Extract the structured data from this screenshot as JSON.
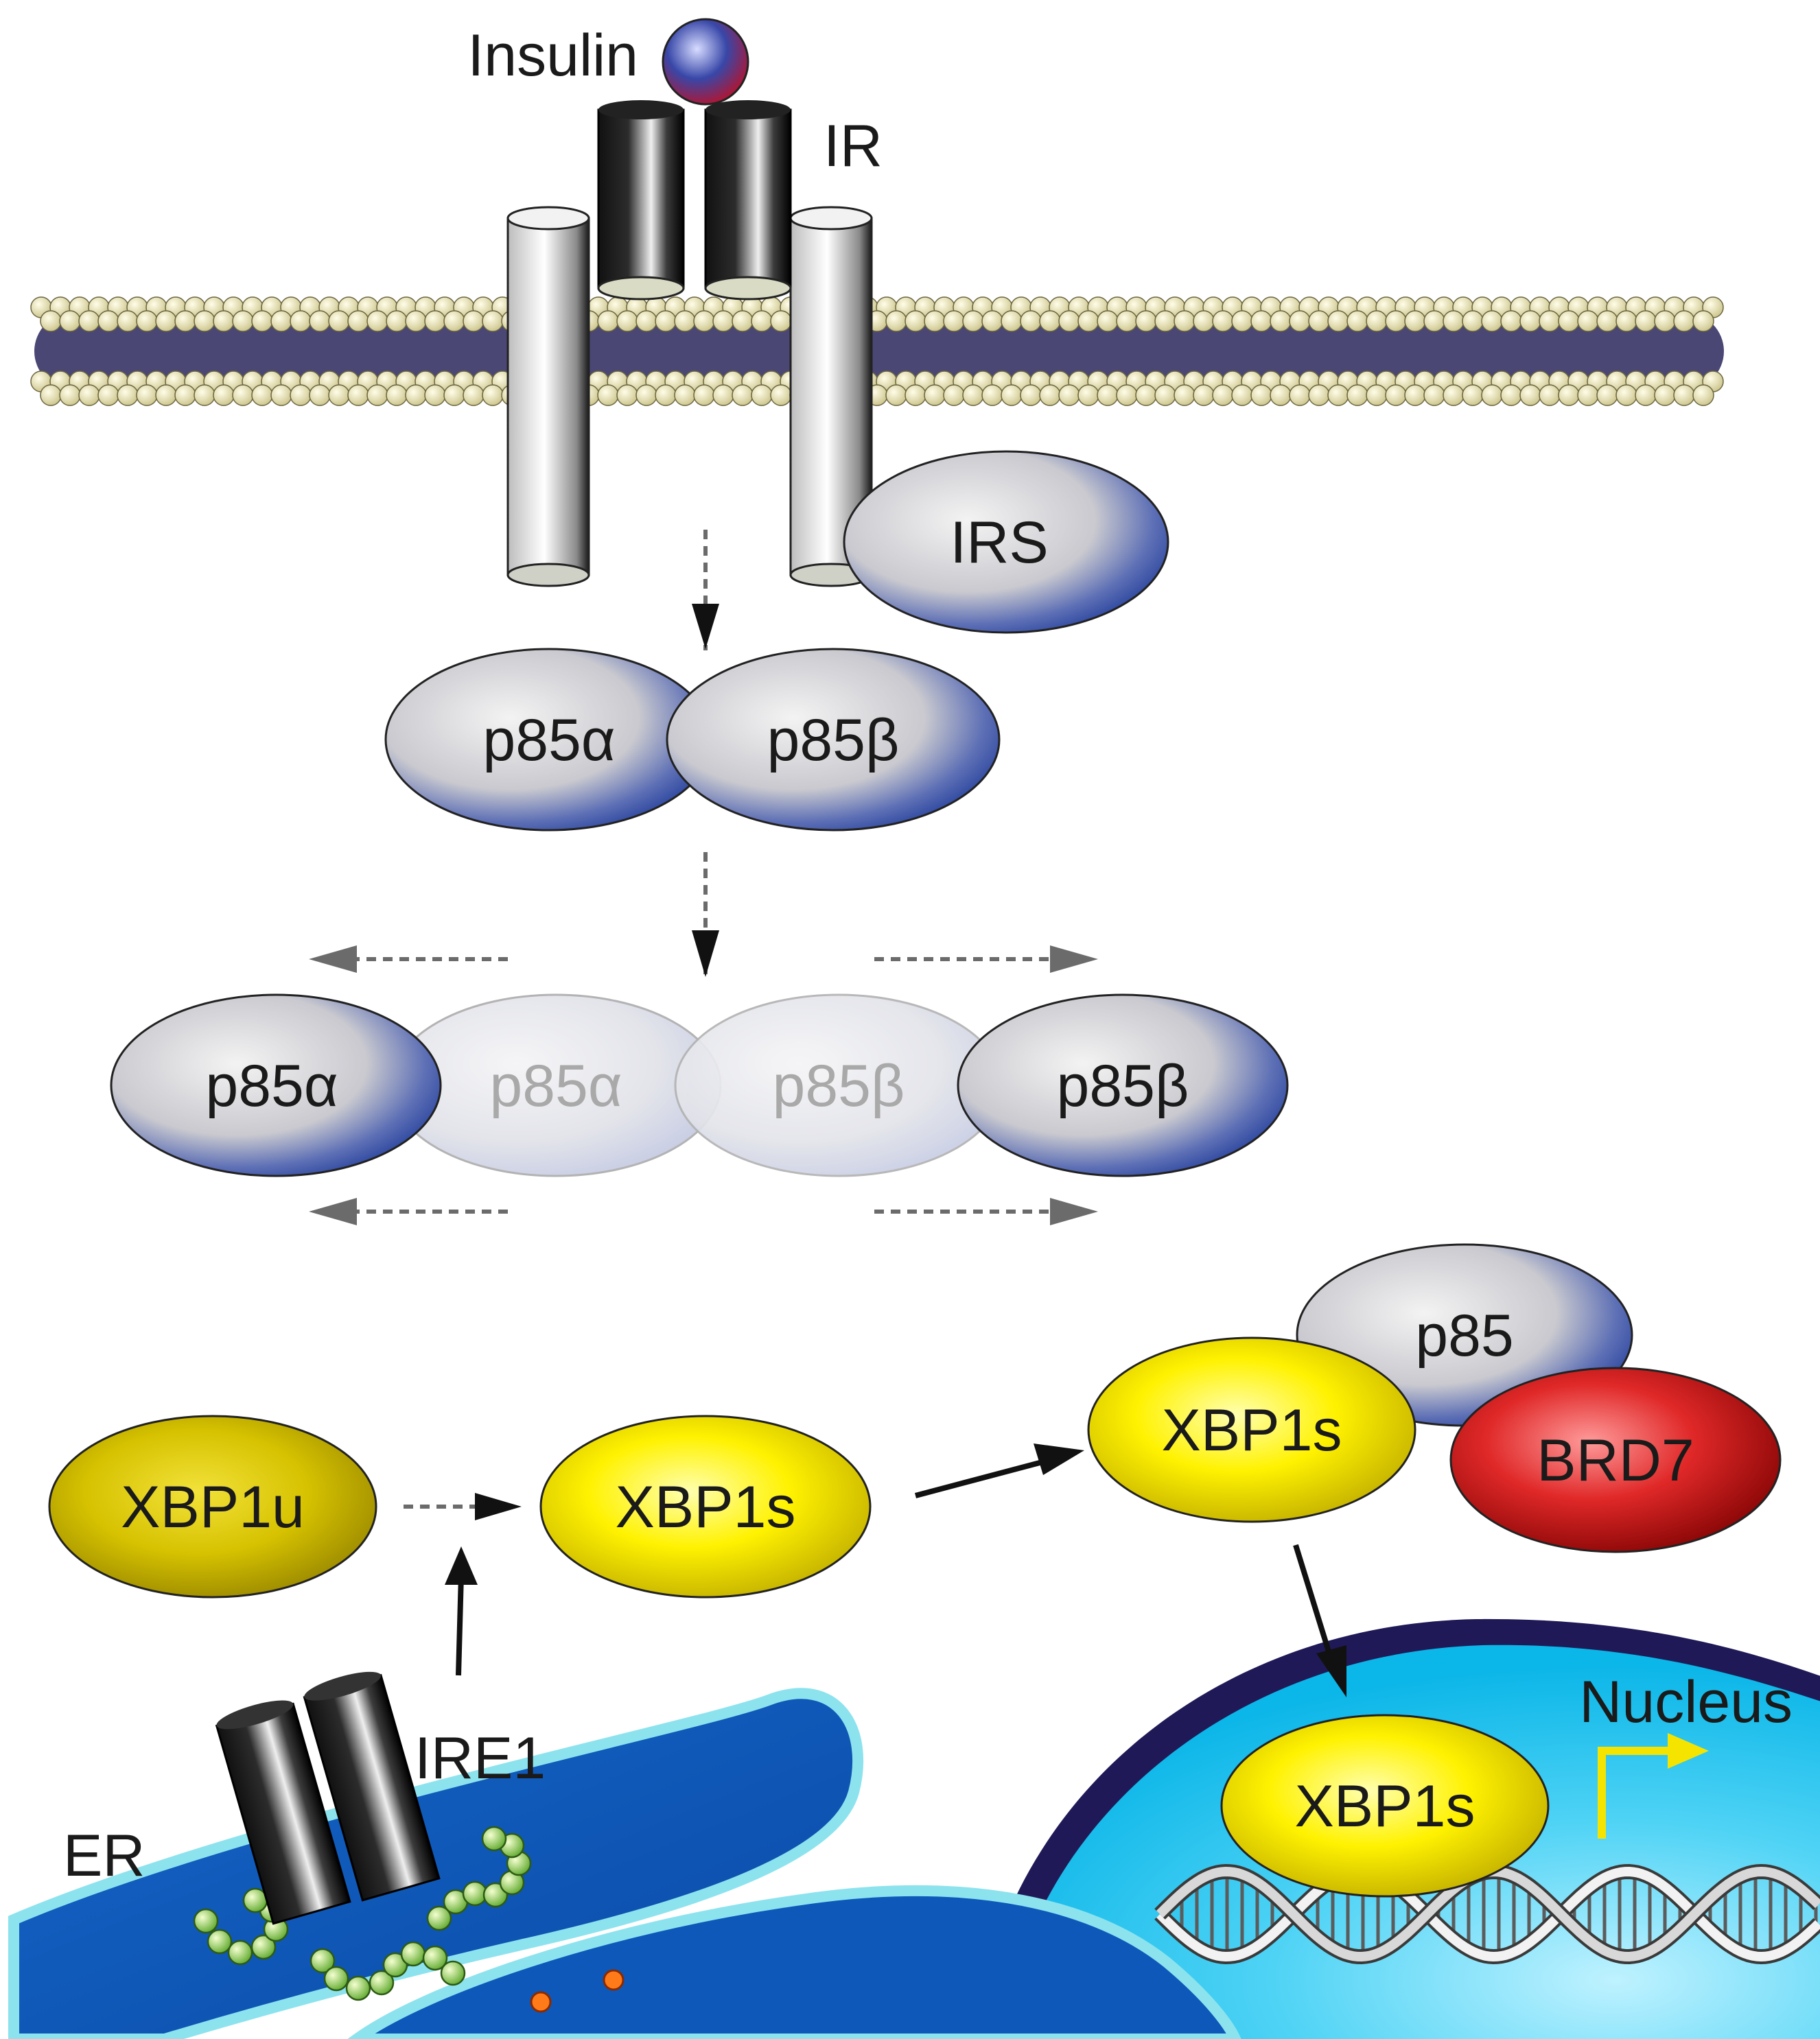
{
  "labels": {
    "insulin": "Insulin",
    "ir": "IR",
    "irs": "IRS",
    "p85a": "p85α",
    "p85b": "p85β",
    "p85": "p85",
    "brd7": "BRD7",
    "xbp1u": "XBP1u",
    "xbp1s": "XBP1s",
    "ire1": "IRE1",
    "er": "ER",
    "nucleus": "Nucleus"
  },
  "colors": {
    "protein_blue": "#1f3e9e",
    "protein_grey": "#d6d6d6",
    "xbp1_yellow": "#f2e600",
    "brd7_red": "#c81414",
    "er_blue": "#0d56b8",
    "nucleus_cyan": "#12c1ef",
    "membrane_head": "#ebe7b8",
    "membrane_tail": "#4a4775",
    "arrow_grey": "#6b6b6b"
  }
}
